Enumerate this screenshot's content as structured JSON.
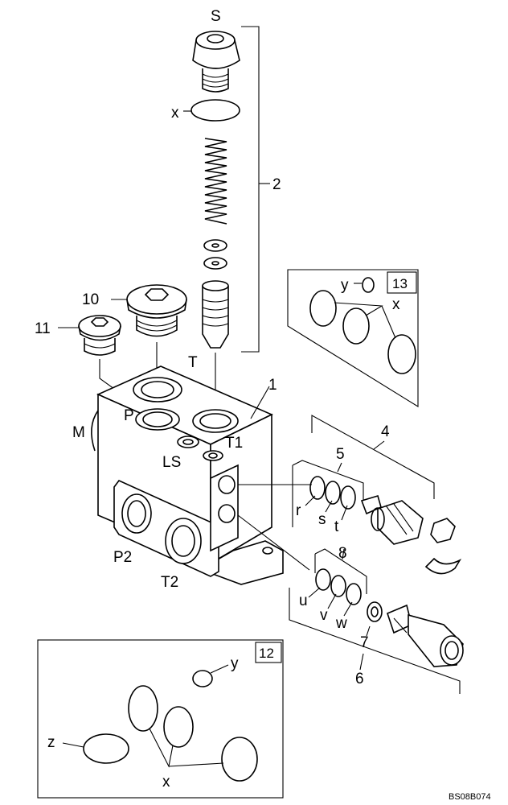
{
  "diagram": {
    "labels": {
      "S": "S",
      "x_top": "x",
      "n2": "2",
      "n10": "10",
      "n11": "11",
      "T": "T",
      "P": "P",
      "M": "M",
      "n1": "1",
      "T1": "T1",
      "LS": "LS",
      "P2": "P2",
      "T2": "T2",
      "n4": "4",
      "n5": "5",
      "r": "r",
      "s": "s",
      "t": "t",
      "n8": "8",
      "u": "u",
      "v": "v",
      "w": "w",
      "n7": "7",
      "n6": "6",
      "n13": "13",
      "y13": "y",
      "x13": "x",
      "n12": "12",
      "y12": "y",
      "z12": "z",
      "x12": "x"
    },
    "figure_code": "BS08B074"
  }
}
